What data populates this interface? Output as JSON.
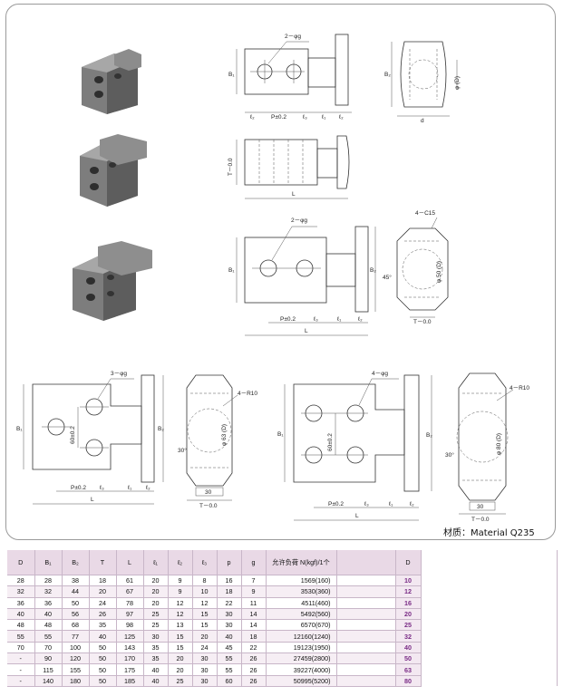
{
  "drawing": {
    "top_right": {
      "hole_label": "2－φg",
      "b1": "B₁",
      "b2": "B₂",
      "l2": "ℓ₂",
      "p": "P±0.2",
      "l3": "ℓ₃",
      "l1": "ℓ₁",
      "d": "d",
      "phi_d": "φ (D)"
    },
    "side": {
      "t": "T－0.0",
      "l": "L"
    },
    "mid": {
      "hole_label": "2－φg",
      "chamfer": "4－C15",
      "b1": "B₁",
      "b2": "B₂",
      "p": "P±0.2",
      "l3": "ℓ₃",
      "l1": "ℓ₁",
      "l2": "ℓ₂",
      "l": "L",
      "phi": "φ 50 (D)",
      "t": "T－0.0",
      "angle": "45°"
    },
    "bot_left": {
      "hole_label": "3－φg",
      "radius": "4－R10",
      "b1": "B₁",
      "b2": "B₂",
      "v60": "60±0.2",
      "p": "P±0.2",
      "l3": "ℓ₃",
      "l1": "ℓ₁",
      "l2": "ℓ₂",
      "l": "L",
      "phi": "φ 63 (D)",
      "angle": "30°",
      "w30": "30",
      "t": "T－0.0"
    },
    "bot_right": {
      "hole_label": "4－φg",
      "radius": "4－R10",
      "b1": "B₁",
      "b2": "B₂",
      "v60": "60±0.2",
      "p": "P±0.2",
      "l3": "ℓ₃",
      "l1": "ℓ₁",
      "l2": "ℓ₂",
      "l": "L",
      "phi": "φ 80 (D)",
      "angle": "30°",
      "w30": "30",
      "t": "T－0.0"
    }
  },
  "material_note": "材质：Material  Q235",
  "table": {
    "headers": [
      "D",
      "B₁",
      "B₂",
      "T",
      "L",
      "ℓ₁",
      "ℓ₂",
      "ℓ₃",
      "p",
      "g",
      "允许负荷 N(kgf)/1个",
      "",
      "D"
    ],
    "rows": [
      [
        "28",
        "28",
        "38",
        "18",
        "61",
        "20",
        "9",
        "8",
        "16",
        "7",
        "1569(160)",
        "",
        "10"
      ],
      [
        "32",
        "32",
        "44",
        "20",
        "67",
        "20",
        "9",
        "10",
        "18",
        "9",
        "3530(360)",
        "",
        "12"
      ],
      [
        "36",
        "36",
        "50",
        "24",
        "78",
        "20",
        "12",
        "12",
        "22",
        "11",
        "4511(460)",
        "",
        "16"
      ],
      [
        "40",
        "40",
        "56",
        "26",
        "97",
        "25",
        "12",
        "15",
        "30",
        "14",
        "5492(560)",
        "",
        "20"
      ],
      [
        "48",
        "48",
        "68",
        "35",
        "98",
        "25",
        "13",
        "15",
        "30",
        "14",
        "6570(670)",
        "",
        "25"
      ],
      [
        "55",
        "55",
        "77",
        "40",
        "125",
        "30",
        "15",
        "20",
        "40",
        "18",
        "12160(1240)",
        "",
        "32"
      ],
      [
        "70",
        "70",
        "100",
        "50",
        "143",
        "35",
        "15",
        "24",
        "45",
        "22",
        "19123(1950)",
        "",
        "40"
      ],
      [
        "-",
        "90",
        "120",
        "50",
        "170",
        "35",
        "20",
        "30",
        "55",
        "26",
        "27459(2800)",
        "",
        "50"
      ],
      [
        "-",
        "115",
        "155",
        "50",
        "175",
        "40",
        "20",
        "30",
        "55",
        "26",
        "39227(4000)",
        "",
        "63"
      ],
      [
        "-",
        "140",
        "180",
        "50",
        "185",
        "40",
        "25",
        "30",
        "60",
        "26",
        "50995(5200)",
        "",
        "80"
      ]
    ]
  }
}
